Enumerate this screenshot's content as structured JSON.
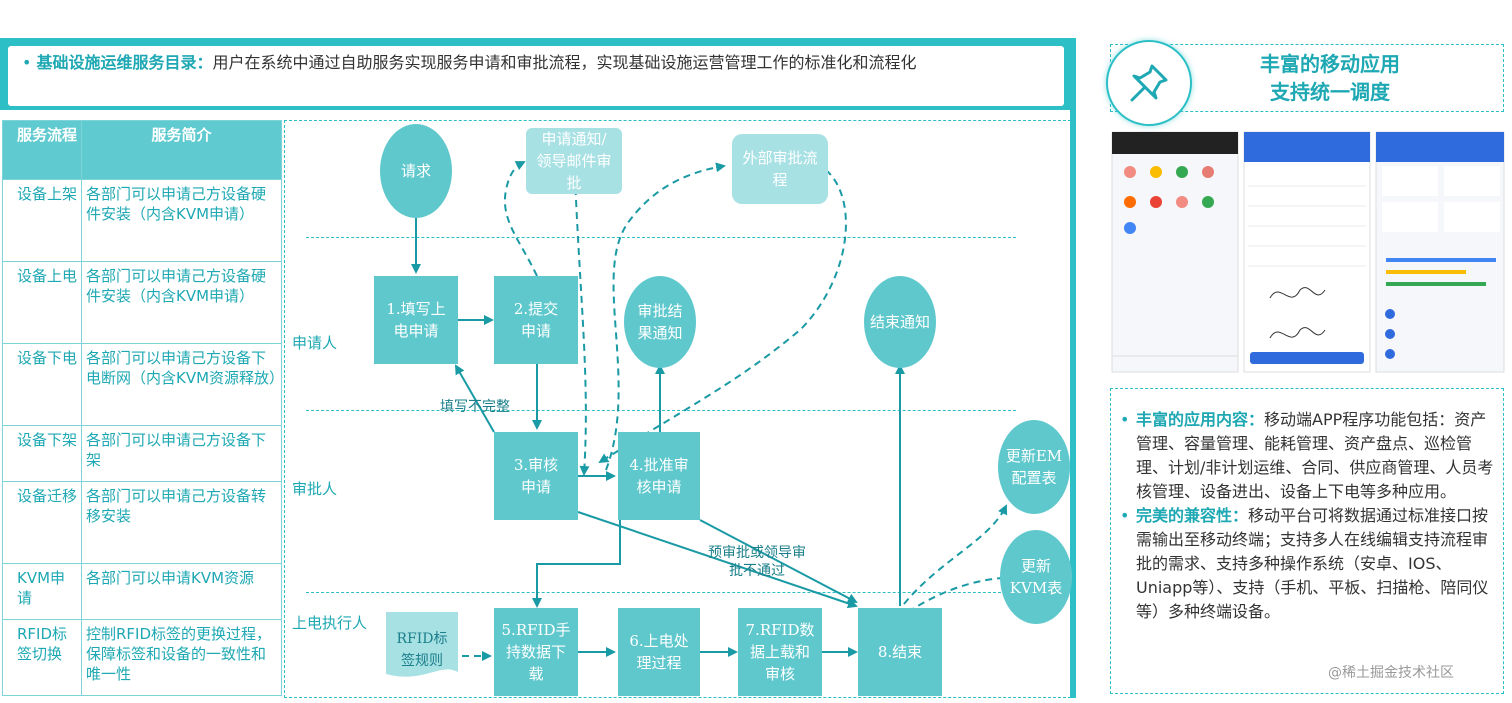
{
  "intro": {
    "title": "基础设施运维服务目录：",
    "text": "用户在系统中通过自助服务实现服务申请和审批流程，实现基础设施运营管理工作的标准化和流程化"
  },
  "service_table": {
    "headers": [
      "服务流程",
      "服务简介"
    ],
    "rows": [
      {
        "name": "设备上架",
        "desc": "各部门可以申请己方设备硬件安装（内含KVM申请）"
      },
      {
        "name": "设备上电",
        "desc": "各部门可以申请己方设备硬件安装（内含KVM申请）"
      },
      {
        "name": "设备下电",
        "desc": "各部门可以申请己方设备下电断网（内含KVM资源释放）"
      },
      {
        "name": "设备下架",
        "desc": "各部门可以申请己方设备下架"
      },
      {
        "name": "设备迁移",
        "desc": "各部门可以申请己方设备转移安装"
      },
      {
        "name": "KVM申请",
        "desc": "各部门可以申请KVM资源"
      },
      {
        "name": "RFID标签切换",
        "desc": "控制RFID标签的更换过程，保障标签和设备的一致性和唯一性"
      }
    ]
  },
  "diagram": {
    "lanes": [
      "申请人",
      "审批人",
      "上电执行人"
    ],
    "nodes": {
      "request": "请求",
      "notify_mail": "申请通知/领导邮件审批",
      "external": "外部审批流程",
      "step1": "1.填写上电申请",
      "step2": "2.提交申请",
      "approval_notice": "审批结果通知",
      "end_notice": "结束通知",
      "step3": "3.审核申请",
      "step4": "4.批准审核申请",
      "update_em": "更新EM配置表",
      "update_kvm": "更新KVM表",
      "rfid_rule": "RFID标签规则",
      "step5": "5.RFID手持数据下载",
      "step6": "6.上电处理过程",
      "step7": "7.RFID数据上载和审核",
      "step8": "8.结束"
    },
    "edge_labels": {
      "incomplete": "填写不完整",
      "rejected": "预审批或领导审批不通过"
    }
  },
  "right": {
    "title_line1": "丰富的移动应用",
    "title_line2": "支持统一调度",
    "features": [
      {
        "title": "丰富的应用内容：",
        "text": "移动端APP程序功能包括：资产管理、容量管理、能耗管理、资产盘点、巡检管理、计划/非计划运维、合同、供应商管理、人员考核管理、设备进出、设备上下电等多种应用。"
      },
      {
        "title": "完美的兼容性：",
        "text": "移动平台可将数据通过标准接口按需输出至移动终端；支持多人在线编辑支持流程审批的需求、支持多种操作系统（安卓、IOS、Uniapp等）、支持（手机、平板、扫描枪、陪同仪等）多种终端设备。"
      }
    ]
  },
  "watermark": "@稀土掘金技术社区",
  "colors": {
    "accent": "#2cbfc6",
    "node": "#5fc8cd",
    "node_light": "#a8e1e4",
    "text_accent": "#1ea8b3"
  }
}
